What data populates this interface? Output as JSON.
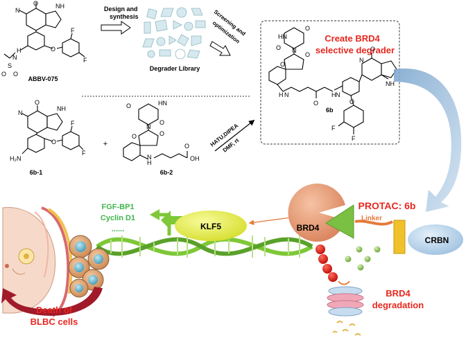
{
  "top": {
    "compound_abbv": "ABBV-075",
    "step1": [
      "Design and",
      "synthesis"
    ],
    "library": "Degrader Library",
    "step2": [
      "Screening and",
      "optimization"
    ],
    "box_title": [
      "Create BRD4",
      "selective degrader"
    ],
    "compound_6b": "6b"
  },
  "synthesis": {
    "compound_b1": "6b-1",
    "plus": "+",
    "compound_b2": "6b-2",
    "reagents": [
      "HATU,DIPEA",
      "DMF, rt"
    ]
  },
  "atoms": {
    "O": "O",
    "N": "N",
    "NH": "NH",
    "F": "F",
    "S": "S",
    "HN": "HN",
    "H2N": "H₂N",
    "H": "H",
    "OH": "OH"
  },
  "bottom": {
    "targets": [
      "FGF-BP1",
      "Cyclin D1",
      "......"
    ],
    "klf5": "KLF5",
    "brd4": "BRD4",
    "protac": "PROTAC: 6b",
    "linker": "Linker",
    "crbn": "CRBN",
    "degradation": [
      "BRD4",
      "degradation"
    ],
    "death": [
      "Death of",
      "BLBC cells"
    ]
  },
  "colors": {
    "accent_red": "#e8271f",
    "helix_green": "#7ec837",
    "klf5_yellow": "#e9f04a",
    "brd4_peach": "#e89a72",
    "protac_green": "#7ac143",
    "arrow_blue": "#a9c6e0",
    "crbn_blue": "#bcd7ee",
    "death_arrow": "#a01a2a"
  }
}
